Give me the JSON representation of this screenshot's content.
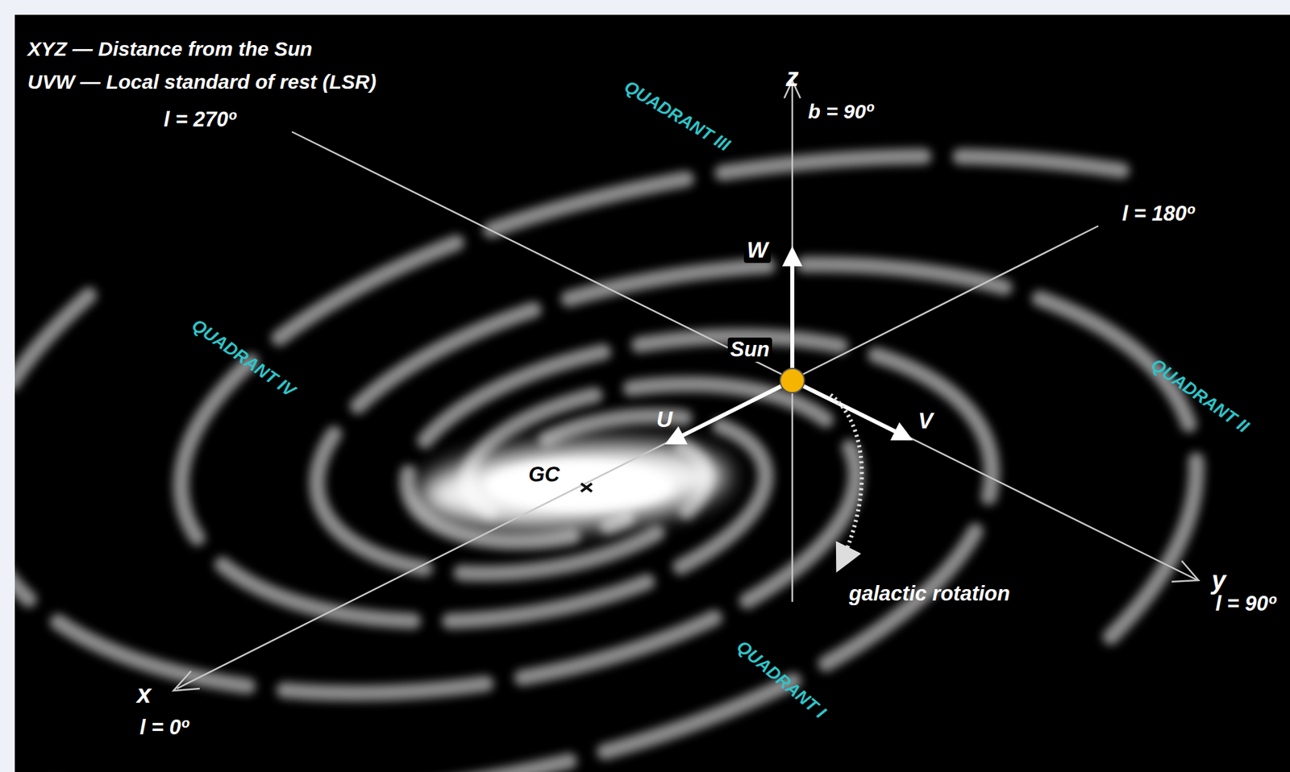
{
  "diagram": {
    "labels": [
      "XYZ — Distance from the Sun",
      "UVW — Local standard of rest (LSR)",
      "z",
      "b = 90º",
      "l = 270º",
      "QUADRANT III",
      "l = 180º",
      "W",
      "QUADRANT IV",
      "Sun",
      "U",
      "V",
      "GC",
      "QUADRANT II",
      "galactic rotation",
      "y",
      "l = 90º",
      "QUADRANT I",
      "x",
      "l = 0º"
    ]
  }
}
